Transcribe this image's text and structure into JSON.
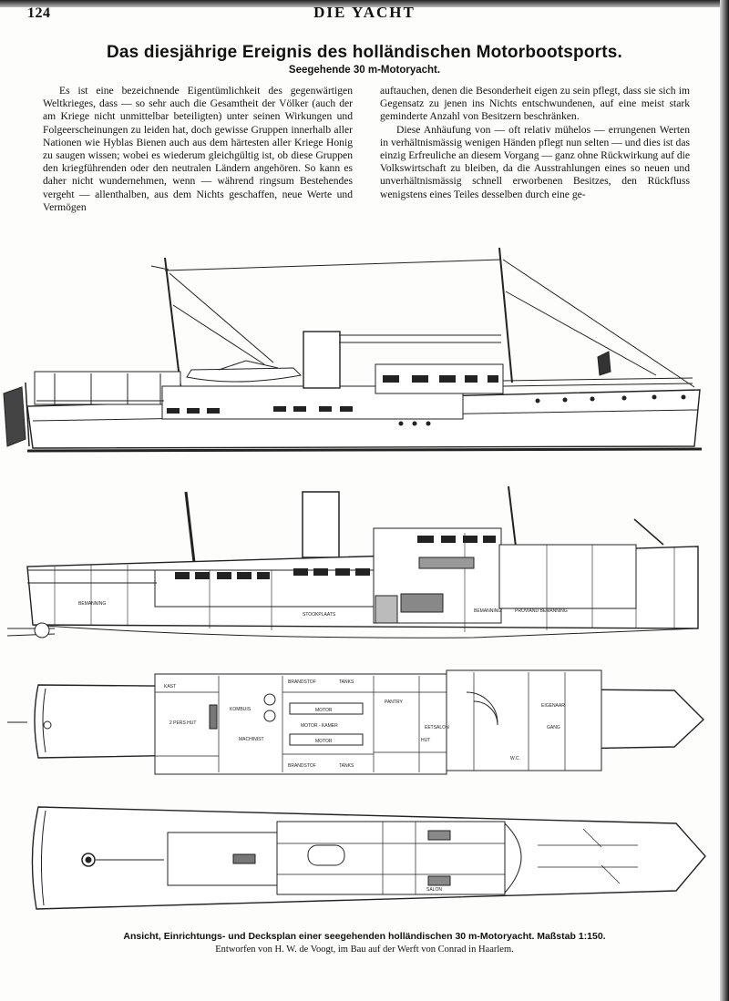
{
  "header": {
    "page_number": "124",
    "running_head": "DIE YACHT"
  },
  "article": {
    "title": "Das diesjährige Ereignis des holländischen Motorbootsports.",
    "subtitle": "Seegehende 30 m-Motoryacht.",
    "left_column": "Es ist eine bezeichnende Eigentümlichkeit des gegenwärtigen Weltkrieges, dass — so sehr auch die Gesamtheit der Völker (auch der am Kriege nicht unmittelbar beteiligten) unter seinen Wirkungen und Folgeerscheinungen zu leiden hat, doch gewisse Gruppen innerhalb aller Nationen wie Hyblas Bienen auch aus dem härtesten aller Kriege Honig zu saugen wissen; wobei es wiederum gleichgültig ist, ob diese Gruppen den kriegführenden oder den neutralen Ländern angehören. So kann es daher nicht wundernehmen, wenn — während ringsum Bestehendes vergeht — allenthalben, aus dem Nichts geschaffen, neue Werte und Vermögen",
    "right_column_1": "auftauchen, denen die Besonderheit eigen zu sein pflegt, dass sie sich im Gegensatz zu jenen ins Nichts entschwundenen, auf eine meist stark geminderte Anzahl von Besitzern beschränken.",
    "right_column_2": "Diese Anhäufung von — oft relativ mühelos — errungenen Werten in verhältnismässig wenigen Händen pflegt nun selten — und dies ist das einzig Erfreuliche an diesem Vorgang — ganz ohne Rückwirkung auf die Volkswirtschaft zu bleiben, da die Ausstrahlungen eines so neuen und unverhältnismässig schnell erworbenen Besitzes, den Rückfluss wenigstens eines Teiles desselben durch eine ge-"
  },
  "drawing_labels": {
    "bemannung_1": "BEMANNING",
    "stookplaats": "STOOKPLAATS",
    "bemannung_2": "BEMANNING",
    "proviand": "PROVIAND  BEMANNING",
    "wc": "W.C.",
    "kast": "KAST",
    "brandstof_1": "BRANDSTOF",
    "tanks_1": "TANKS",
    "brandstof_2": "BRANDSTOF",
    "tanks_2": "TANKS",
    "motor_1": "MOTOR",
    "motor_2": "MOTOR",
    "motorkamer": "MOTOR - KAMER",
    "kombuis": "KOMBUIS",
    "pers_hut": "2 PERS HUT",
    "machinist": "MACHINIST",
    "hut": "HUT",
    "pantry": "PANTRY",
    "eetsalon": "EETSALON",
    "eigenaar": "EIGENAAR",
    "gang": "GANG",
    "salon": "SALON"
  },
  "caption": {
    "line1": "Ansicht, Einrichtungs- und Decksplan einer seegehenden holländischen 30 m-Motoryacht. Maßstab 1:150.",
    "line2": "Entworfen von H. W. de Voogt, im Bau auf der Werft von Conrad in Haarlem."
  }
}
